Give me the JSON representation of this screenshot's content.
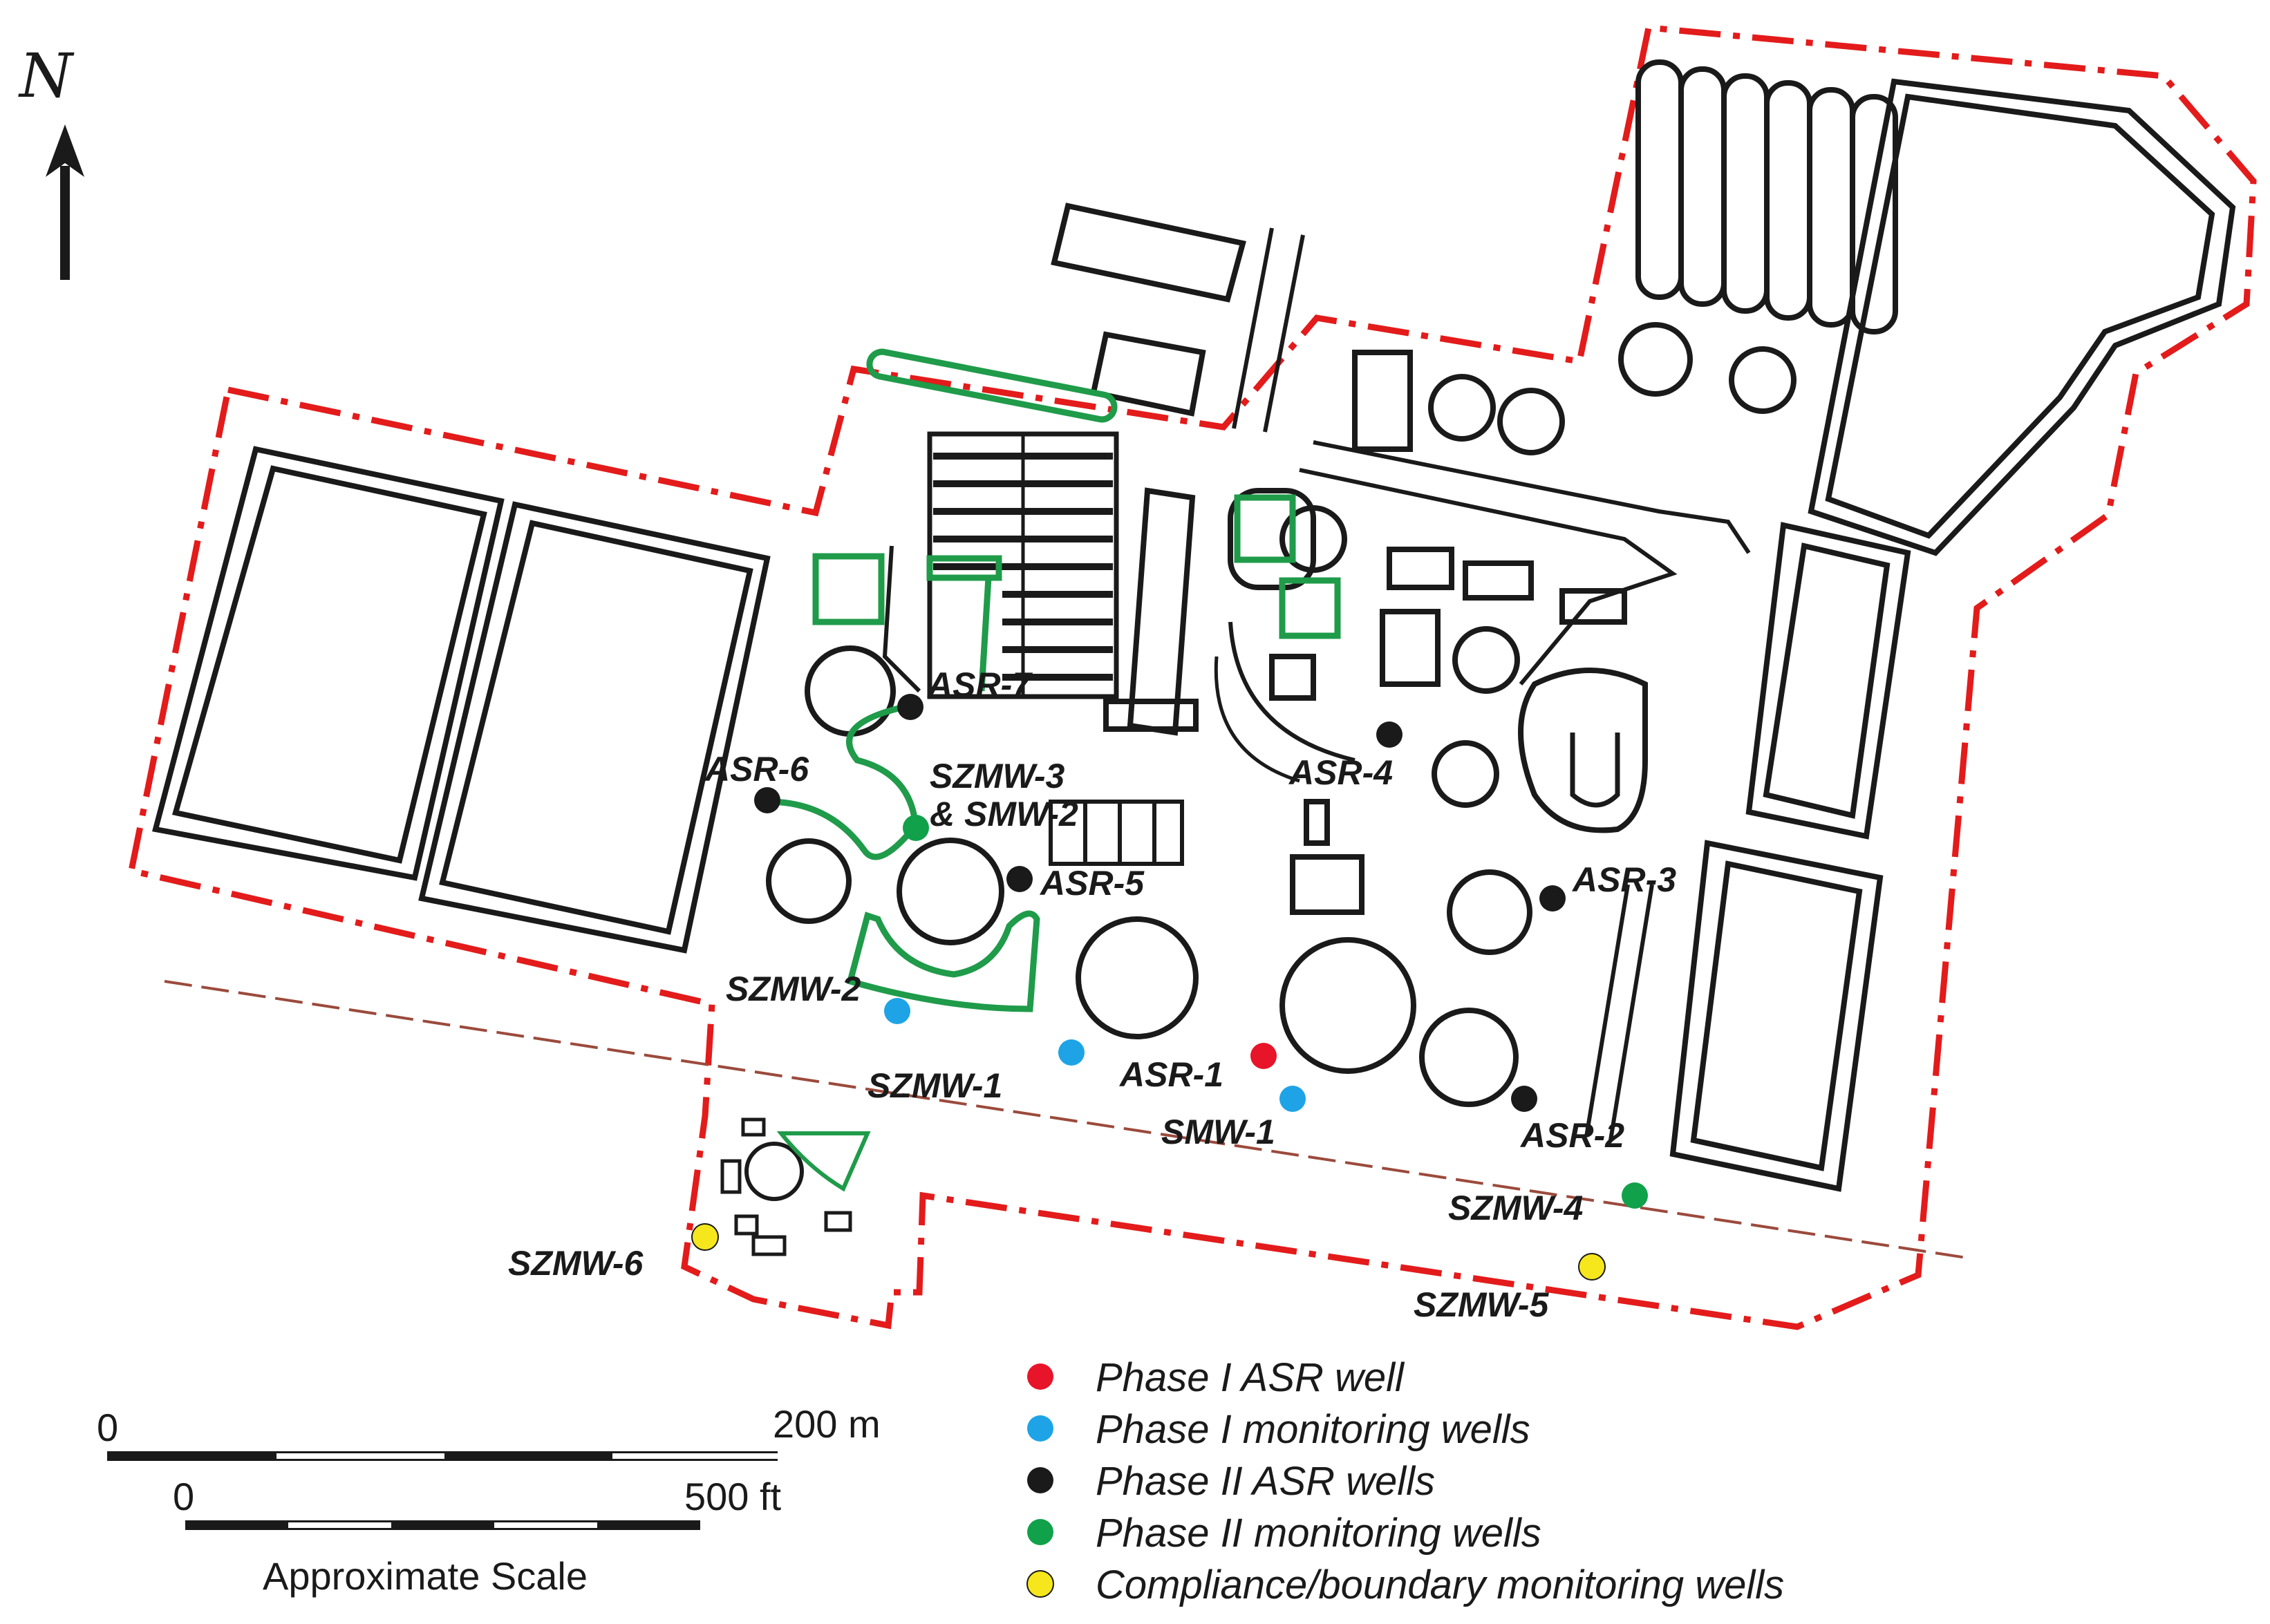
{
  "north_label": "N",
  "colors": {
    "boundary": "#e31b1b",
    "structure": "#1a1a1a",
    "pipe": "#1f9b4a",
    "section_line": "#9b4a3c",
    "phase1_asr": "#e8142a",
    "phase1_monitor": "#1ea4e6",
    "phase2_asr": "#1a1a1a",
    "phase2_monitor": "#11a14a",
    "compliance": "#f5e71c"
  },
  "wells": [
    {
      "id": "asr7",
      "label": "ASR-7",
      "category": "phase2_asr"
    },
    {
      "id": "asr6",
      "label": "ASR-6",
      "category": "phase2_asr"
    },
    {
      "id": "szmw3",
      "label": "SZMW-3",
      "label2": "& SMW-2",
      "category": "phase2_monitor"
    },
    {
      "id": "asr5",
      "label": "ASR-5",
      "category": "phase2_asr"
    },
    {
      "id": "asr4",
      "label": "ASR-4",
      "category": "phase2_asr"
    },
    {
      "id": "asr3",
      "label": "ASR-3",
      "category": "phase2_asr"
    },
    {
      "id": "asr2",
      "label": "ASR-2",
      "category": "phase2_asr"
    },
    {
      "id": "asr1",
      "label": "ASR-1",
      "category": "phase1_asr"
    },
    {
      "id": "smw1",
      "label": "SMW-1",
      "category": "phase1_monitor"
    },
    {
      "id": "szmw1",
      "label": "SZMW-1",
      "category": "phase1_monitor"
    },
    {
      "id": "szmw2",
      "label": "SZMW-2",
      "category": "phase1_monitor"
    },
    {
      "id": "szmw4",
      "label": "SZMW-4",
      "category": "phase2_monitor"
    },
    {
      "id": "szmw5",
      "label": "SZMW-5",
      "category": "compliance"
    },
    {
      "id": "szmw6",
      "label": "SZMW-6",
      "category": "compliance"
    }
  ],
  "legend": [
    {
      "category": "phase1_asr",
      "label": "Phase I ASR well"
    },
    {
      "category": "phase1_monitor",
      "label": "Phase I monitoring wells"
    },
    {
      "category": "phase2_asr",
      "label": "Phase II ASR wells"
    },
    {
      "category": "phase2_monitor",
      "label": "Phase II monitoring wells"
    },
    {
      "category": "compliance",
      "label": "Compliance/boundary monitoring wells"
    }
  ],
  "scale": {
    "metric_start": "0",
    "metric_end": "200 m",
    "imperial_start": "0",
    "imperial_end": "500 ft",
    "caption": "Approximate Scale"
  }
}
